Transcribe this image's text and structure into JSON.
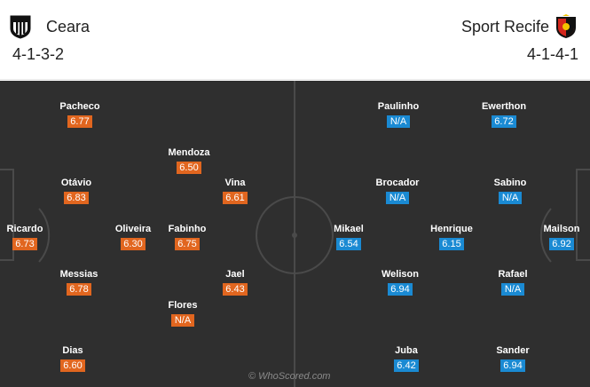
{
  "home_team": {
    "name": "Ceara",
    "formation": "4-1-3-2",
    "crest_icon": "ceara-crest-icon",
    "rating_color": "#e1661f",
    "players": [
      {
        "name": "Pacheco",
        "rating": "6.77"
      },
      {
        "name": "Mendoza",
        "rating": "6.50"
      },
      {
        "name": "Otávio",
        "rating": "6.83"
      },
      {
        "name": "Vina",
        "rating": "6.61"
      },
      {
        "name": "Ricardo",
        "rating": "6.73"
      },
      {
        "name": "Oliveira",
        "rating": "6.30"
      },
      {
        "name": "Fabinho",
        "rating": "6.75"
      },
      {
        "name": "Messias",
        "rating": "6.78"
      },
      {
        "name": "Jael",
        "rating": "6.43"
      },
      {
        "name": "Flores",
        "rating": "N/A"
      },
      {
        "name": "Dias",
        "rating": "6.60"
      }
    ]
  },
  "away_team": {
    "name": "Sport Recife",
    "formation": "4-1-4-1",
    "crest_icon": "sport-recife-crest-icon",
    "rating_color": "#1a8ad3",
    "players": [
      {
        "name": "Paulinho",
        "rating": "N/A"
      },
      {
        "name": "Ewerthon",
        "rating": "6.72"
      },
      {
        "name": "Brocador",
        "rating": "N/A"
      },
      {
        "name": "Sabino",
        "rating": "N/A"
      },
      {
        "name": "Mikael",
        "rating": "6.54"
      },
      {
        "name": "Henrique",
        "rating": "6.15"
      },
      {
        "name": "Mailson",
        "rating": "6.92"
      },
      {
        "name": "Welison",
        "rating": "6.94"
      },
      {
        "name": "Rafael",
        "rating": "N/A"
      },
      {
        "name": "Juba",
        "rating": "6.42"
      },
      {
        "name": "Sander",
        "rating": "6.94"
      }
    ]
  },
  "watermark": "© WhoScored.com",
  "pitch_color": "#2f2f2f"
}
